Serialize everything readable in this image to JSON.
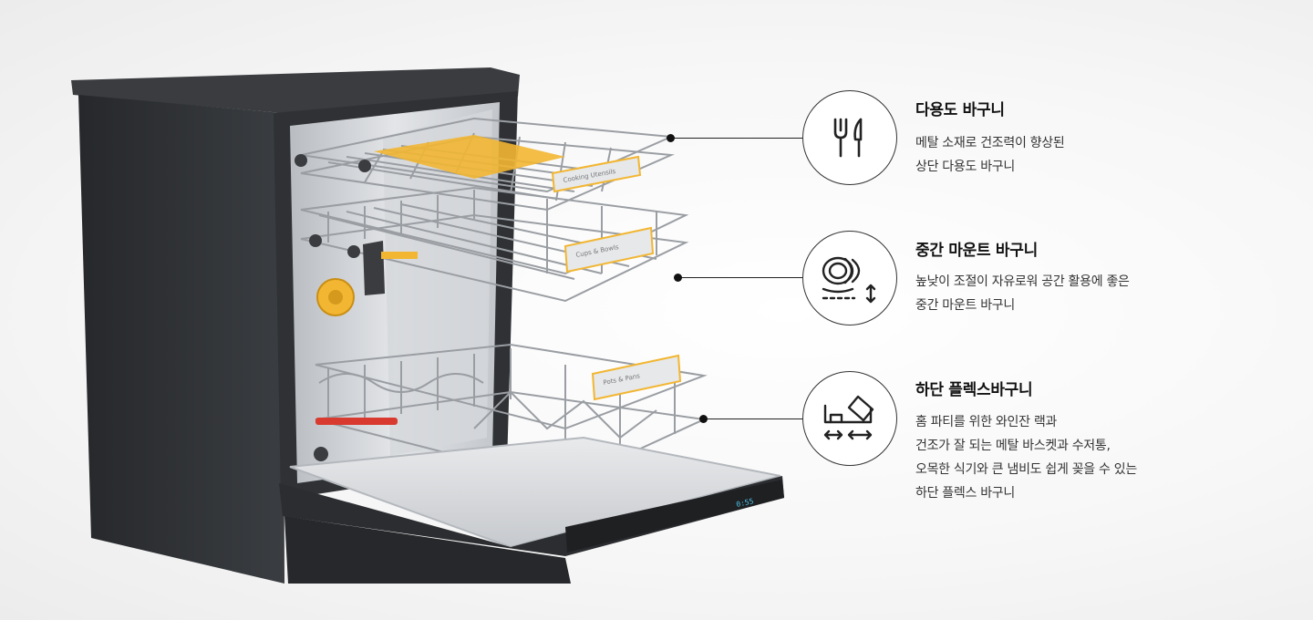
{
  "features": [
    {
      "title": "다용도 바구니",
      "icon": "utensils-icon",
      "lines": [
        "메탈 소재로 건조력이 향상된",
        "상단 다용도 바구니"
      ]
    },
    {
      "title": "중간 마운트 바구니",
      "icon": "plates-height-adjust-icon",
      "lines": [
        "높낮이 조절이 자유로워 공간 활용에 좋은",
        "중간 마운트 바구니"
      ]
    },
    {
      "title": "하단 플렉스바구니",
      "icon": "flex-basket-icon",
      "lines": [
        "홈 파티를 위한 와인잔 랙과",
        "건조가 잘 되는 메탈 바스켓과 수저통,",
        "오목한 식기와 큰 냄비도 쉽게 꽂을 수 있는",
        "하단 플렉스 바구니"
      ]
    }
  ],
  "rack_labels": {
    "top": "Cooking Utensils",
    "middle": "Cups & Bowls",
    "bottom": "Pots & Pans"
  },
  "display_readout": "0:55",
  "colors": {
    "body": "#2b2d30",
    "accent_yellow": "#f2b632",
    "rack_wire": "#9a9ea3",
    "tub": "#c9ccd0"
  }
}
